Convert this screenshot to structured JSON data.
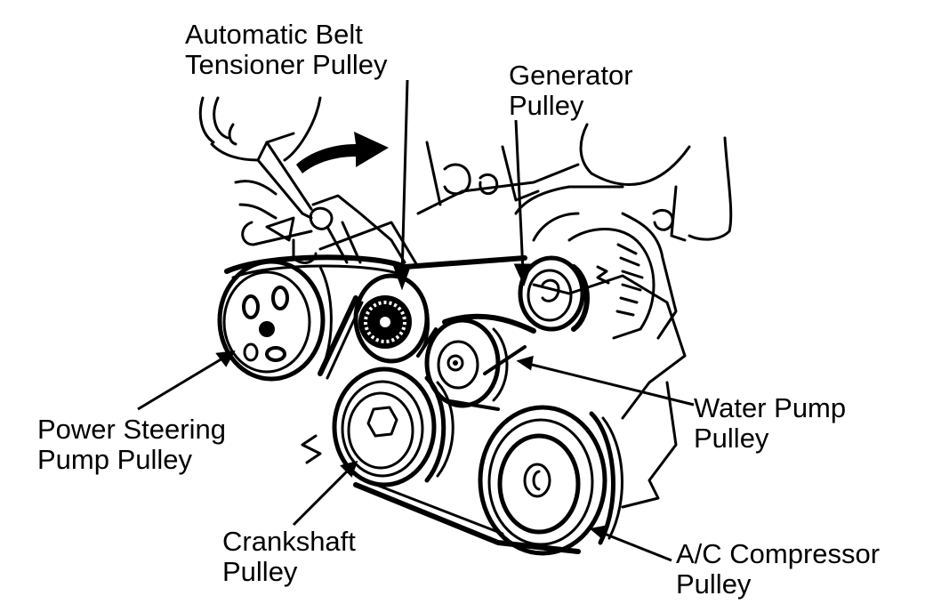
{
  "title": "Drive Belt Routing — Automatic Belt Tensioner",
  "colors": {
    "ink": "#000000",
    "paper": "#ffffff"
  },
  "labels": {
    "tensioner": {
      "line1": "Automatic Belt",
      "line2": "Tensioner Pulley"
    },
    "generator": {
      "line1": "Generator",
      "line2": "Pulley"
    },
    "power_steering": {
      "line1": "Power Steering",
      "line2": "Pump Pulley"
    },
    "water_pump": {
      "line1": "Water Pump",
      "line2": "Pulley"
    },
    "crankshaft": {
      "line1": "Crankshaft",
      "line2": "Pulley"
    },
    "ac_compressor": {
      "line1": "A/C Compressor",
      "line2": "Pulley"
    }
  },
  "annotations": {
    "rotation_arrow": "clockwise-rotation-arrow"
  }
}
